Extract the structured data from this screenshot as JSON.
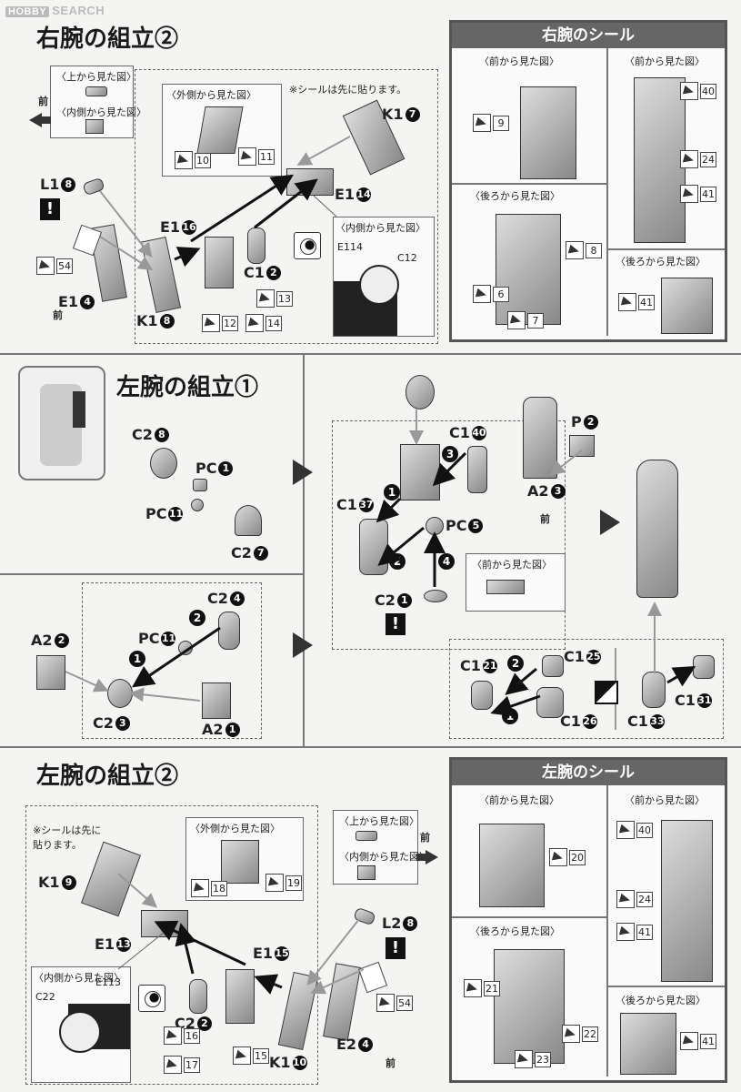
{
  "watermark": {
    "tag": "HOBBY",
    "text": "SEARCH"
  },
  "sections": {
    "right_arm_2": {
      "title": "右腕の組立②",
      "view_top": "〈上から見た図〉",
      "view_inner_front": "〈内側から見た図〉",
      "view_outer": "〈外側から見た図〉",
      "view_inner": "〈内側から見た図〉",
      "note": "※シールは先に貼ります。",
      "forward": "前",
      "parts": {
        "l1": "L1",
        "l1n": "8",
        "k1a": "K1",
        "k1an": "7",
        "e1a": "E1",
        "e1an": "14",
        "e1b": "E1",
        "e1bn": "16",
        "c1": "C1",
        "c1n": "2",
        "e1c": "E1",
        "e1cn": "4",
        "k1b": "K1",
        "k1bn": "8",
        "e1in": "E1",
        "e1inn": "14",
        "c1in": "C1",
        "c1inn": "2"
      },
      "stickers": [
        "54",
        "10",
        "11",
        "13",
        "12",
        "14"
      ]
    },
    "right_arm_seal": {
      "title": "右腕のシール",
      "front": "〈前から見た図〉",
      "front2": "〈前から見た図〉",
      "back": "〈後ろから見た図〉",
      "back2": "〈後ろから見た図〉",
      "stickers": [
        "9",
        "40",
        "24",
        "41",
        "8",
        "6",
        "7",
        "41"
      ]
    },
    "left_arm_1": {
      "title": "左腕の組立①",
      "view_front": "〈前から見た図〉",
      "forward": "前",
      "parts": {
        "c28": "C2",
        "c28n": "8",
        "pc1": "PC",
        "pc1n": "1",
        "pc11": "PC",
        "pc11n": "11",
        "c27": "C2",
        "c27n": "7",
        "c140": "C1",
        "c140n": "40",
        "p2": "P",
        "p2n": "2",
        "c137": "C1",
        "c137n": "37",
        "pc5": "PC",
        "pc5n": "5",
        "a23": "A2",
        "a23n": "3",
        "c21": "C2",
        "c21n": "1",
        "c24": "C2",
        "c24n": "4",
        "pc11b": "PC",
        "pc11bn": "11",
        "a22": "A2",
        "a22n": "2",
        "c23": "C2",
        "c23n": "3",
        "a21": "A2",
        "a21n": "1",
        "c121": "C1",
        "c121n": "21",
        "c125": "C1",
        "c125n": "25",
        "c126": "C1",
        "c126n": "26",
        "c133": "C1",
        "c133n": "33",
        "c131": "C1",
        "c131n": "31"
      }
    },
    "left_arm_2": {
      "title": "左腕の組立②",
      "note": "※シールは先に\n貼ります。",
      "view_outer": "〈外側から見た図〉",
      "view_top": "〈上から見た図〉",
      "view_inner_front": "〈内側から見た図〉",
      "view_inner": "〈内側から見た図〉",
      "forward": "前",
      "forward2": "前",
      "parts": {
        "k19": "K1",
        "k19n": "9",
        "e113": "E1",
        "e113n": "13",
        "e115": "E1",
        "e115n": "15",
        "l28": "L2",
        "l28n": "8",
        "c22": "C2",
        "c22n": "2",
        "k110": "K1",
        "k110n": "10",
        "e24": "E2",
        "e24n": "4",
        "c2in": "C2",
        "c2inn": "2",
        "e1in": "E1",
        "e1inn": "13"
      },
      "stickers": [
        "18",
        "19",
        "54",
        "16",
        "17",
        "15"
      ]
    },
    "left_arm_seal": {
      "title": "左腕のシール",
      "front": "〈前から見た図〉",
      "front2": "〈前から見た図〉",
      "back": "〈後ろから見た図〉",
      "back2": "〈後ろから見た図〉",
      "stickers": [
        "20",
        "40",
        "24",
        "41",
        "21",
        "22",
        "23",
        "41"
      ]
    }
  }
}
